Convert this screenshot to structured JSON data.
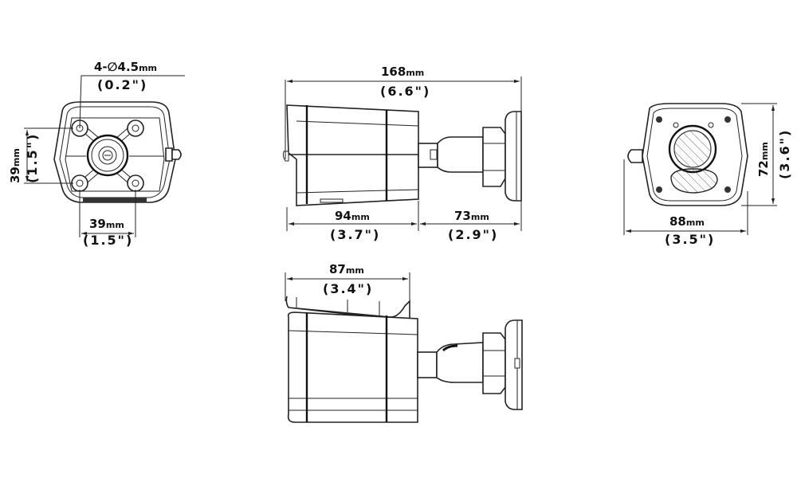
{
  "drawing": {
    "title": "Bullet camera dimension drawing",
    "views": {
      "front": {
        "hole_label": "4-∅4.5",
        "hole_unit": "mm",
        "hole_inch": "(0.2\")",
        "height_mm": "39",
        "height_unit": "mm",
        "height_inch": "(1.5\")",
        "width_mm": "39",
        "width_unit": "mm",
        "width_inch": "(1.5\")"
      },
      "side": {
        "total_mm": "168",
        "total_unit": "mm",
        "total_inch": "(6.6\")",
        "body_mm": "94",
        "body_unit": "mm",
        "body_inch": "(3.7\")",
        "mount_mm": "73",
        "mount_unit": "mm",
        "mount_inch": "(2.9\")"
      },
      "rear": {
        "height_mm": "72",
        "height_unit": "mm",
        "height_inch": "(3.6\")",
        "width_mm": "88",
        "width_unit": "mm",
        "width_inch": "(3.5\")"
      },
      "top": {
        "antenna_mm": "87",
        "antenna_unit": "mm",
        "antenna_inch": "(3.4\")"
      }
    }
  }
}
